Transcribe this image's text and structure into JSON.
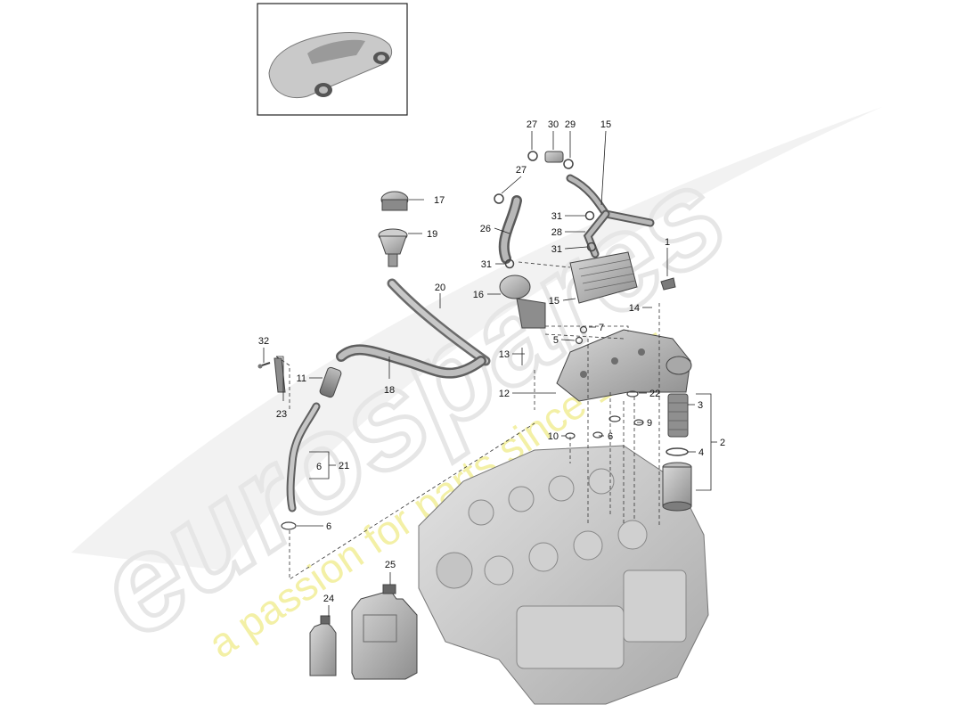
{
  "watermark": {
    "brand": "eurospares",
    "tagline": "a passion for parts since 1985",
    "brand_color": "#e6e6e6",
    "tagline_color": "#f3f0a6"
  },
  "thumbnail": {
    "icon": "car-thumbnail-icon"
  },
  "callouts": [
    {
      "id": "c27a",
      "label": "27"
    },
    {
      "id": "c30",
      "label": "30"
    },
    {
      "id": "c29",
      "label": "29"
    },
    {
      "id": "c15a",
      "label": "15"
    },
    {
      "id": "c27b",
      "label": "27"
    },
    {
      "id": "c17",
      "label": "17"
    },
    {
      "id": "c31a",
      "label": "31"
    },
    {
      "id": "c26",
      "label": "26"
    },
    {
      "id": "c28",
      "label": "28"
    },
    {
      "id": "c31b",
      "label": "31"
    },
    {
      "id": "c19",
      "label": "19"
    },
    {
      "id": "c1",
      "label": "1"
    },
    {
      "id": "c31c",
      "label": "31"
    },
    {
      "id": "c20",
      "label": "20"
    },
    {
      "id": "c16",
      "label": "16"
    },
    {
      "id": "c15b",
      "label": "15"
    },
    {
      "id": "c14",
      "label": "14"
    },
    {
      "id": "c7",
      "label": "7"
    },
    {
      "id": "c5",
      "label": "5"
    },
    {
      "id": "c32",
      "label": "32"
    },
    {
      "id": "c13",
      "label": "13"
    },
    {
      "id": "c11",
      "label": "11"
    },
    {
      "id": "c18",
      "label": "18"
    },
    {
      "id": "c12",
      "label": "12"
    },
    {
      "id": "c22",
      "label": "22"
    },
    {
      "id": "c3",
      "label": "3"
    },
    {
      "id": "c23",
      "label": "23"
    },
    {
      "id": "c9",
      "label": "9"
    },
    {
      "id": "c10",
      "label": "10"
    },
    {
      "id": "c6a",
      "label": "6"
    },
    {
      "id": "c2",
      "label": "2"
    },
    {
      "id": "c4",
      "label": "4"
    },
    {
      "id": "c6b",
      "label": "6"
    },
    {
      "id": "c21",
      "label": "21"
    },
    {
      "id": "c6c",
      "label": "6"
    },
    {
      "id": "c25",
      "label": "25"
    },
    {
      "id": "c24",
      "label": "24"
    }
  ]
}
